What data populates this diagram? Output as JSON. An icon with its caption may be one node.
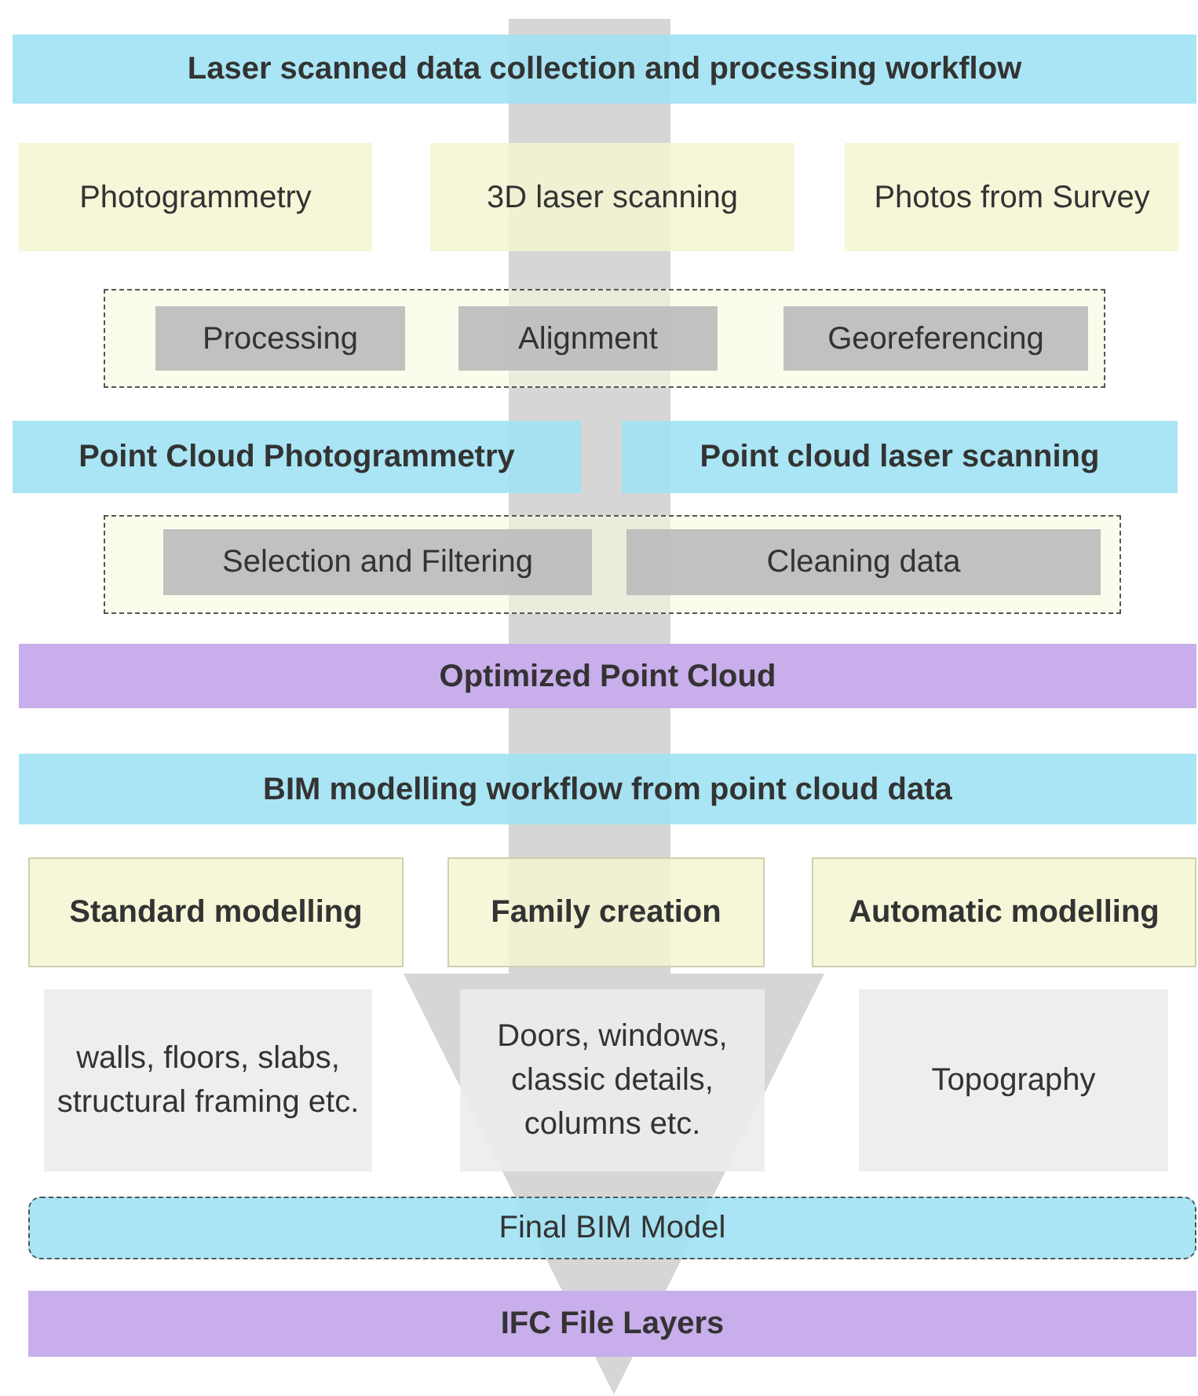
{
  "diagram": {
    "nodes": [
      {
        "text": [
          "Laser scanned data collection and processing workflow"
        ]
      },
      {
        "text": [
          "Photogrammetry"
        ]
      },
      {
        "text": [
          "3D laser scanning"
        ]
      },
      {
        "text": [
          "Photos from Survey"
        ]
      },
      {
        "text": [],
        "shape": "box"
      },
      {
        "text": [
          "Processing"
        ],
        "in": 4
      },
      {
        "text": [
          "Alignment"
        ],
        "in": 4
      },
      {
        "text": [
          "Georeferencing"
        ],
        "in": 4
      },
      {
        "text": [
          "Point Cloud Photogrammetry"
        ]
      },
      {
        "text": [
          "Point cloud laser scanning"
        ]
      },
      {
        "text": [],
        "shape": "box"
      },
      {
        "text": [
          "Selection and Filtering"
        ],
        "in": 10
      },
      {
        "text": [
          "Cleaning data"
        ],
        "in": 10
      },
      {
        "text": [
          "Optimized Point Cloud"
        ]
      },
      {
        "text": [
          "BIM modelling workflow from point cloud data"
        ]
      },
      {
        "text": [
          "Standard modelling"
        ]
      },
      {
        "text": [
          "Family creation"
        ]
      },
      {
        "text": [
          "Automatic modelling"
        ]
      },
      {
        "text": [
          "walls, floors, slabs, structural framing etc."
        ]
      },
      {
        "text": [
          "Doors, windows, classic details, columns etc."
        ]
      },
      {
        "text": [
          "Topography"
        ]
      },
      {
        "text": [
          "Final BIM Model"
        ]
      },
      {
        "text": [
          "IFC File Layers"
        ]
      }
    ],
    "edges": [
      {
        "from": 0,
        "to": 22,
        "arrow": "to"
      }
    ]
  }
}
